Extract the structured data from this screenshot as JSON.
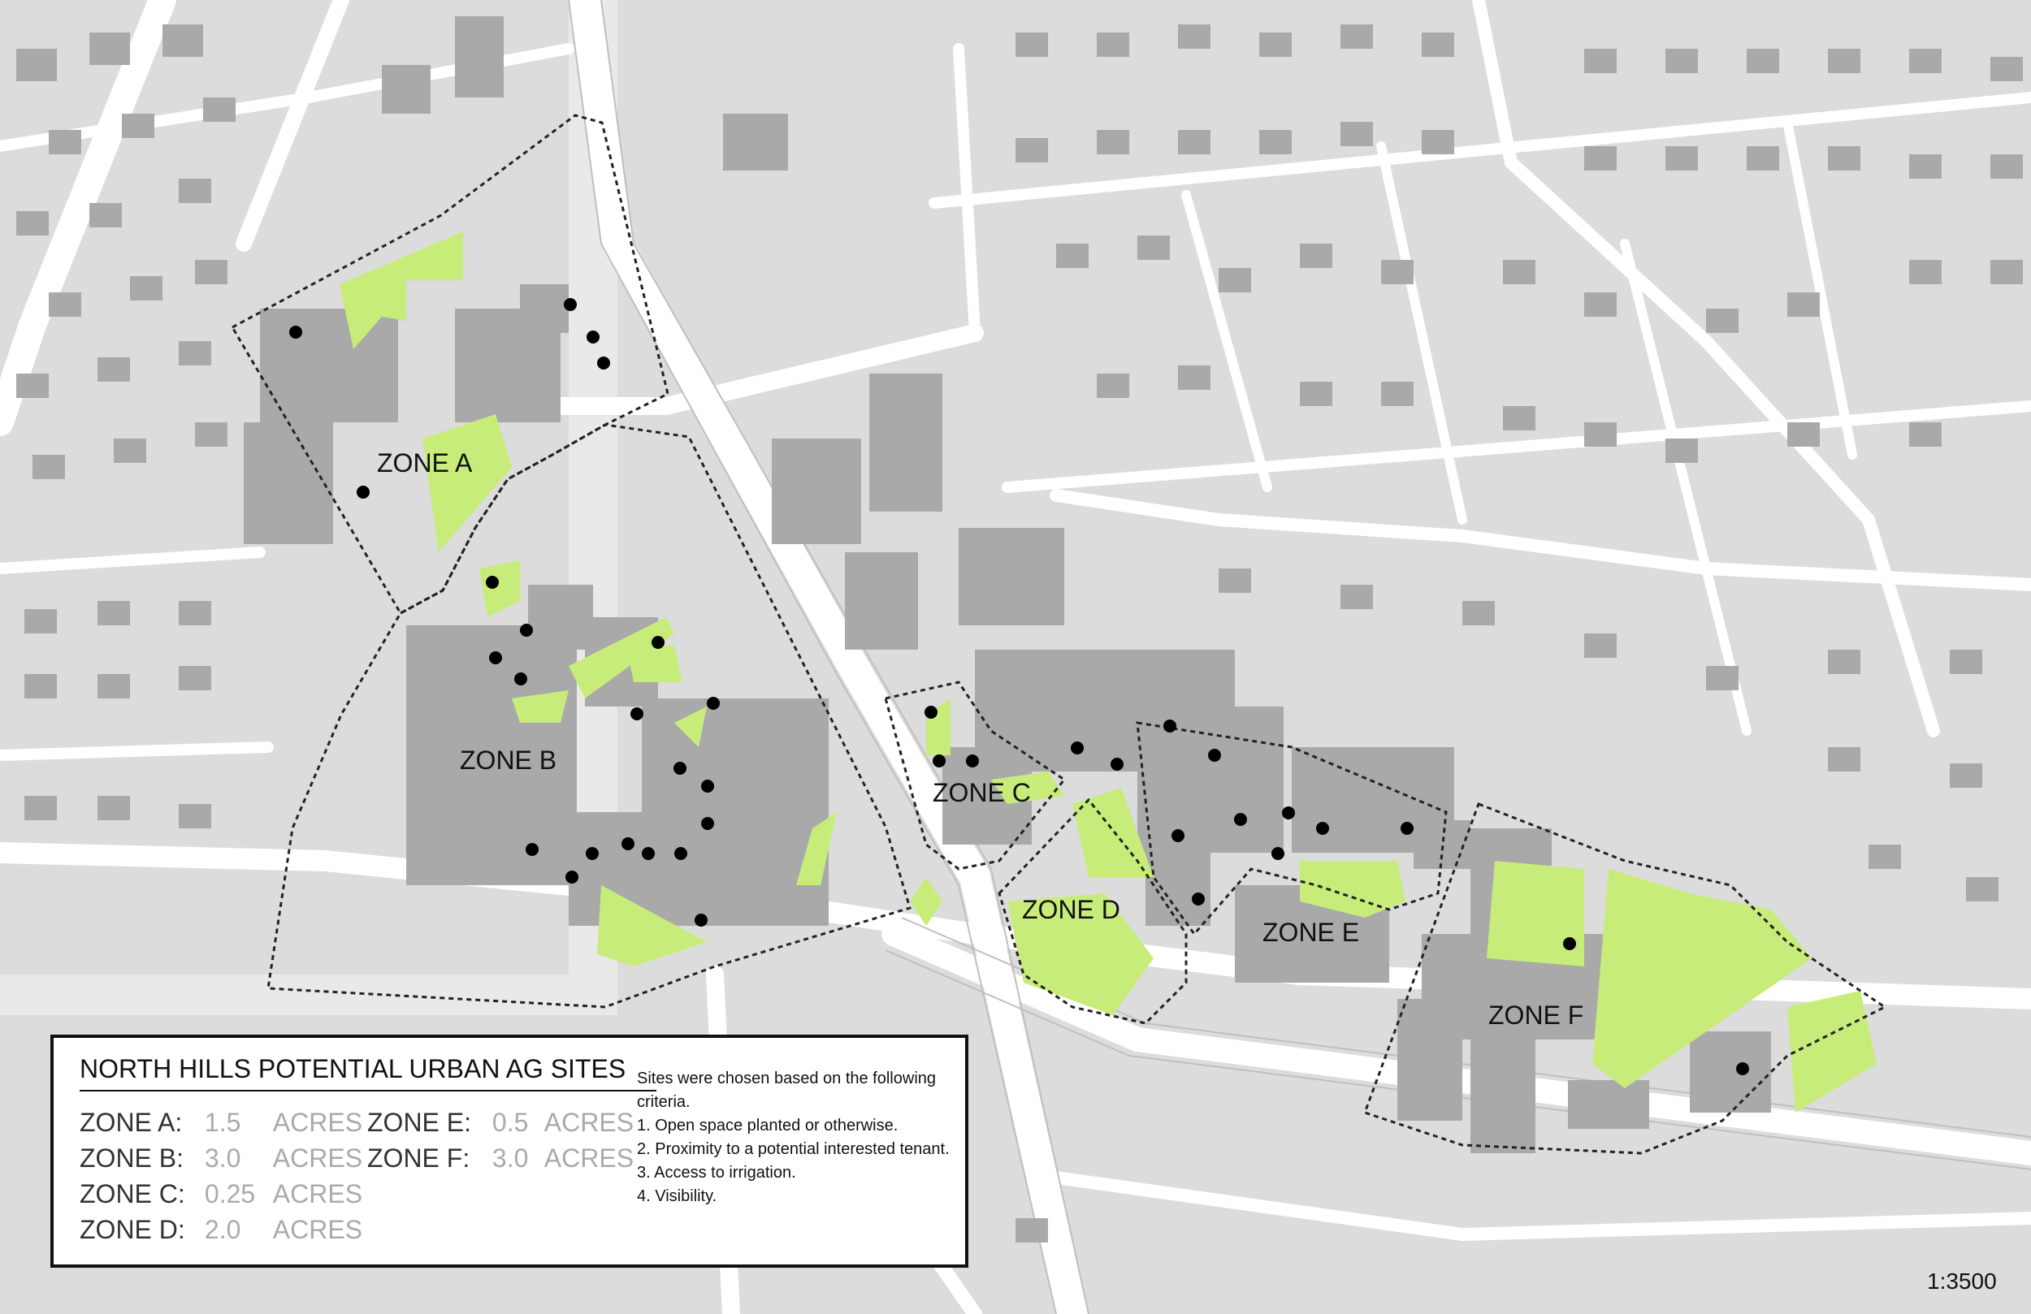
{
  "map": {
    "zones": [
      {
        "label": "ZONE A"
      },
      {
        "label": "ZONE B"
      },
      {
        "label": "ZONE C"
      },
      {
        "label": "ZONE D"
      },
      {
        "label": "ZONE E"
      },
      {
        "label": "ZONE F"
      }
    ],
    "scale": "1:3500",
    "colors": {
      "background": "#e9e9e9",
      "building": "#a9a9a9",
      "green_space": "#c8ec7a",
      "road": "#ffffff",
      "boundary": "#222222",
      "site_marker": "#000000"
    }
  },
  "legend": {
    "title": "NORTH HILLS POTENTIAL URBAN AG SITES",
    "unit": "ACRES",
    "acreage_left": [
      {
        "zone": "ZONE A:",
        "value": "1.5"
      },
      {
        "zone": "ZONE B:",
        "value": "3.0"
      },
      {
        "zone": "ZONE C:",
        "value": "0.25"
      },
      {
        "zone": "ZONE D:",
        "value": "2.0"
      }
    ],
    "acreage_right": [
      {
        "zone": "ZONE E:",
        "value": "0.5"
      },
      {
        "zone": "ZONE F:",
        "value": "3.0"
      }
    ],
    "criteria_intro": "Sites were chosen based on the following criteria.",
    "criteria": [
      "1. Open space planted or otherwise.",
      "2. Proximity to a potential interested tenant.",
      "3. Access to irrigation.",
      "4. Visibility."
    ]
  }
}
